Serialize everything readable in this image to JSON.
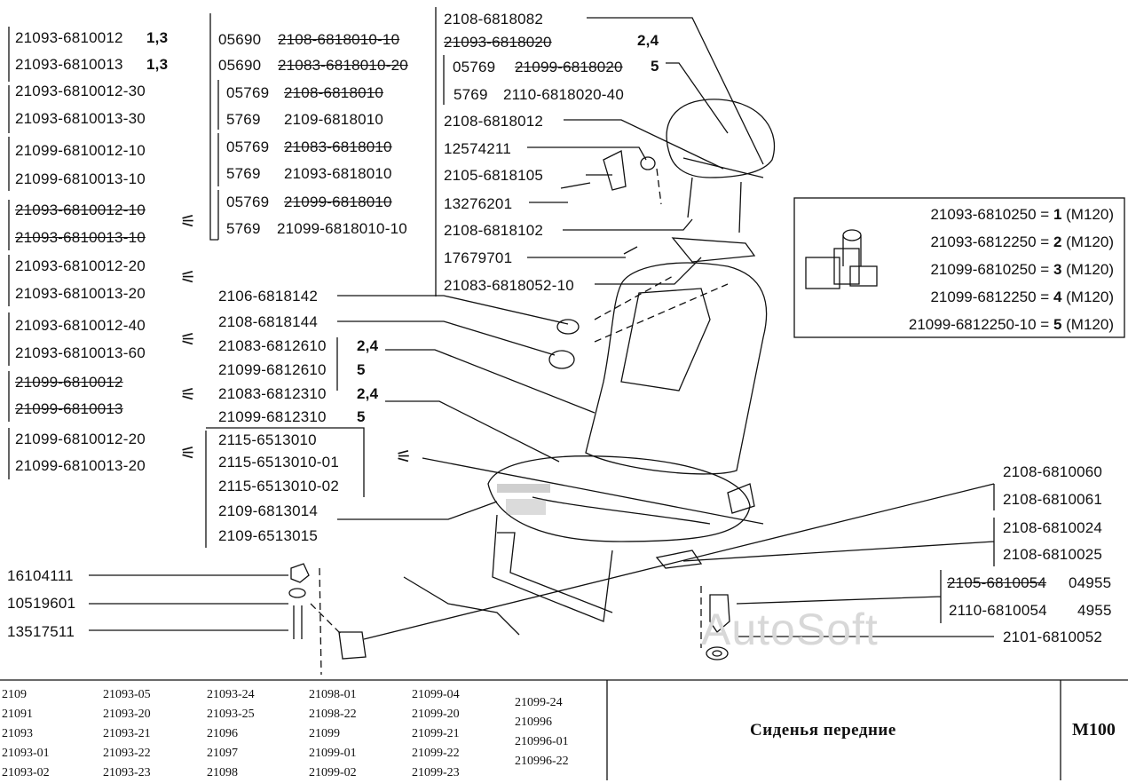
{
  "left_groups": [
    {
      "a": "21093-6810012",
      "b": "21093-6810013",
      "a_mark": "1,3",
      "b_mark": "1,3",
      "strike": false
    },
    {
      "a": "21093-6810012-30",
      "b": "21093-6810013-30",
      "strike": false
    },
    {
      "a": "21099-6810012-10",
      "b": "21099-6810013-10",
      "strike": false
    },
    {
      "a": "21093-6810012-10",
      "b": "21093-6810013-10",
      "strike": true
    },
    {
      "a": "21093-6810012-20",
      "b": "21093-6810013-20",
      "strike": false
    },
    {
      "a": "21093-6810012-40",
      "b": "21093-6810013-60",
      "strike": false
    },
    {
      "a": "21099-6810012",
      "b": "21099-6810013",
      "strike": true
    },
    {
      "a": "21099-6810012-20",
      "b": "21099-6810013-20",
      "strike": false
    }
  ],
  "headrest_list": [
    {
      "pre": "05690",
      "pn": "2108-6818010-10",
      "strike": true
    },
    {
      "pre": "05690",
      "pn": "21083-6818010-20",
      "strike": true
    },
    {
      "pre": "05769",
      "pn": "2108-6818010",
      "strike": true
    },
    {
      "pre": "5769",
      "pn": "2109-6818010",
      "strike": false
    },
    {
      "pre": "05769",
      "pn": "21083-6818010",
      "strike": true
    },
    {
      "pre": "5769",
      "pn": "21093-6818010",
      "strike": false
    },
    {
      "pre": "05769",
      "pn": "21099-6818010",
      "strike": true
    },
    {
      "pre": "5769",
      "pn": "21099-6818010-10",
      "strike": false
    }
  ],
  "top_parts": [
    {
      "pn": "2108-6818082"
    },
    {
      "pn": "21093-6818020",
      "mark": "2,4",
      "strike": true
    },
    {
      "pre": "05769",
      "pn": "21099-6818020",
      "mark": "5",
      "strike": true
    },
    {
      "pre": "5769",
      "pn": "2110-6818020-40"
    },
    {
      "pn": "2108-6818012"
    },
    {
      "pn": "12574211"
    },
    {
      "pn": "2105-6818105"
    },
    {
      "pn": "13276201"
    },
    {
      "pn": "2108-6818102"
    },
    {
      "pn": "17679701"
    },
    {
      "pn": "21083-6818052-10"
    }
  ],
  "mid_parts": [
    {
      "pn": "2106-6818142"
    },
    {
      "pn": "2108-6818144"
    },
    {
      "pn": "21083-6812610",
      "mark": "2,4"
    },
    {
      "pn": "21099-6812610",
      "mark": "5"
    },
    {
      "pn": "21083-6812310",
      "mark": "2,4"
    },
    {
      "pn": "21099-6812310",
      "mark": "5"
    },
    {
      "pn": "2115-6513010"
    },
    {
      "pn": "2115-6513010-01"
    },
    {
      "pn": "2115-6513010-02"
    },
    {
      "pn": "2109-6813014"
    },
    {
      "pn": "2109-6513015"
    }
  ],
  "fasteners": [
    "16104111",
    "10519601",
    "13517511"
  ],
  "right_parts": [
    {
      "pn": "2108-6810060"
    },
    {
      "pn": "2108-6810061"
    },
    {
      "pn": "2108-6810024"
    },
    {
      "pn": "2108-6810025"
    },
    {
      "pn": "2105-6810054",
      "post": "04955",
      "strike": true
    },
    {
      "pn": "2110-6810054",
      "post": "4955"
    },
    {
      "pn": "2101-6810052"
    }
  ],
  "legend": [
    {
      "pn": "21093-6810250 = ",
      "n": "1",
      "m": " (M120)"
    },
    {
      "pn": "21093-6812250 = ",
      "n": "2",
      "m": " (M120)"
    },
    {
      "pn": "21099-6810250 = ",
      "n": "3",
      "m": " (M120)"
    },
    {
      "pn": "21099-6812250 = ",
      "n": "4",
      "m": " (M120)"
    },
    {
      "pn": "21099-6812250-10 = ",
      "n": "5",
      "m": " (M120)"
    }
  ],
  "watermark": "AutoSoft",
  "models": [
    [
      "2109",
      "21091",
      "21093",
      "21093-01",
      "21093-02"
    ],
    [
      "21093-05",
      "21093-20",
      "21093-21",
      "21093-22",
      "21093-23"
    ],
    [
      "21093-24",
      "21093-25",
      "21096",
      "21097",
      "21098"
    ],
    [
      "21098-01",
      "21098-22",
      "21099",
      "21099-01",
      "21099-02"
    ],
    [
      "21099-04",
      "21099-20",
      "21099-21",
      "21099-22",
      "21099-23"
    ],
    [
      "21099-24",
      "210996",
      "210996-01",
      "210996-22"
    ]
  ],
  "title": "Сиденья передние",
  "code": "M100"
}
